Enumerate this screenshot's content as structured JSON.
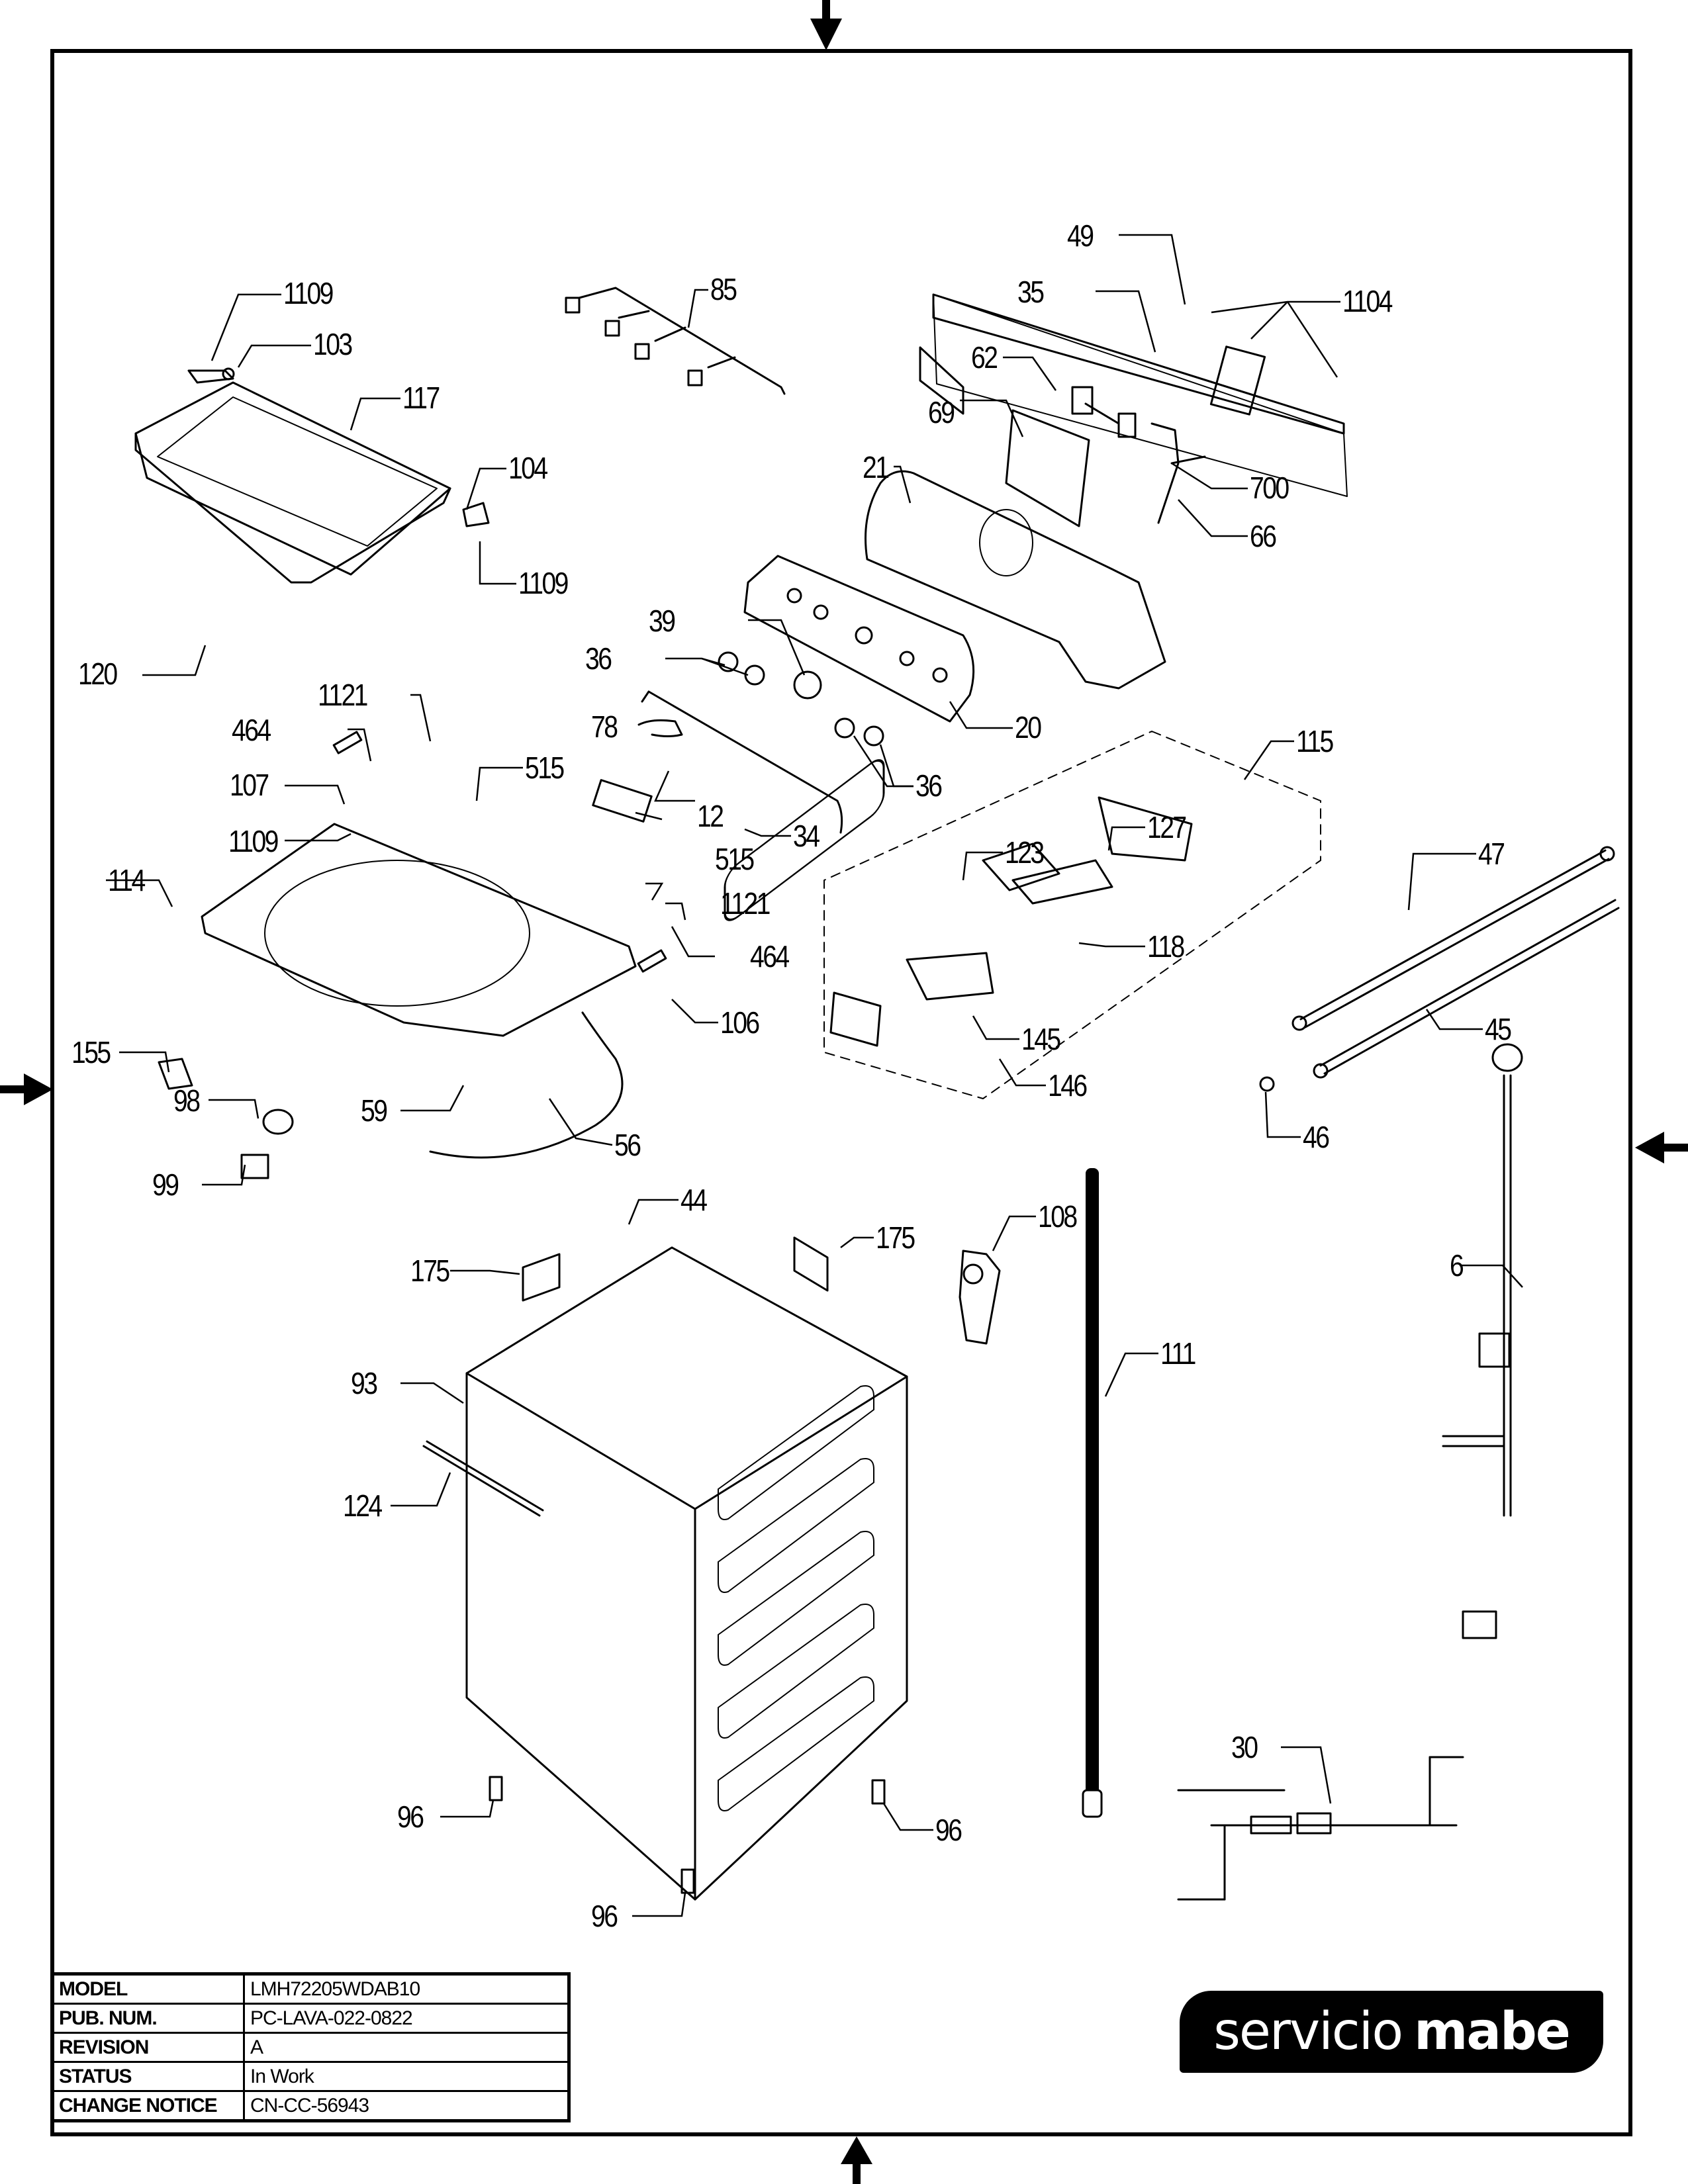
{
  "document": {
    "type": "exploded parts diagram",
    "subject": "top-load washer cabinet, control panel and top cover assembly"
  },
  "title_block": {
    "rows": [
      {
        "label": "MODEL",
        "value": "LMH72205WDAB10"
      },
      {
        "label": "PUB. NUM.",
        "value": "PC-LAVA-022-0822"
      },
      {
        "label": "REVISION",
        "value": "A"
      },
      {
        "label": "STATUS",
        "value": "In Work"
      },
      {
        "label": "CHANGE NOTICE",
        "value": "CN-CC-56943"
      }
    ]
  },
  "logo": {
    "text_light": "servicio",
    "text_bold": "mabe",
    "background": "#000000",
    "foreground": "#ffffff"
  },
  "callouts": {
    "c1109a": "1109",
    "c103": "103",
    "c117": "117",
    "c104": "104",
    "c1109b": "1109",
    "c120": "120",
    "c85": "85",
    "c49": "49",
    "c35": "35",
    "c1104": "1104",
    "c62": "62",
    "c69": "69",
    "c21": "21",
    "c700": "700",
    "c66": "66",
    "c39": "39",
    "c36a": "36",
    "c20": "20",
    "c36b": "36",
    "c1121a": "1121",
    "c464a": "464",
    "c107": "107",
    "c1109c": "1109",
    "c515a": "515",
    "c78": "78",
    "c12": "12",
    "c34": "34",
    "c114": "114",
    "c515b": "515",
    "c1121b": "1121",
    "c464b": "464",
    "c106": "106",
    "c155": "155",
    "c98": "98",
    "c59": "59",
    "c99": "99",
    "c56": "56",
    "c115": "115",
    "c127": "127",
    "c123": "123",
    "c118": "118",
    "c145": "145",
    "c146": "146",
    "c47": "47",
    "c45": "45",
    "c46": "46",
    "c6": "6",
    "c44": "44",
    "c175a": "175",
    "c175b": "175",
    "c108": "108",
    "c93": "93",
    "c111": "111",
    "c124": "124",
    "c96a": "96",
    "c96b": "96",
    "c96c": "96",
    "c30": "30"
  },
  "frame_markers": [
    "arrow-top",
    "arrow-bottom",
    "arrow-left",
    "arrow-right"
  ]
}
